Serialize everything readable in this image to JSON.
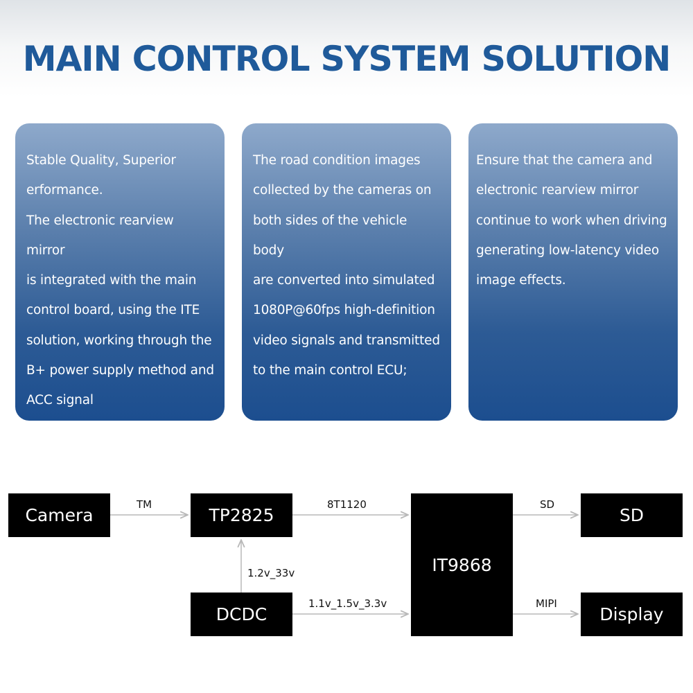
{
  "title": "MAIN CONTROL SYSTEM SOLUTION",
  "cards": [
    {
      "text": "Stable Quality, Superior\nerformance.\nThe electronic rearview mirror\nis integrated with the main\ncontrol board, using the ITE\nsolution, working through the\nB+ power supply method and\nACC signal"
    },
    {
      "text": "The road condition images\ncollected by the cameras on\nboth sides of the vehicle body\nare converted into simulated\n1080P@60fps high-definition\nvideo signals and transmitted\nto the main control ECU;"
    },
    {
      "text": "Ensure that the camera and\nelectronic rearview mirror\ncontinue to work when driving\ngenerating low-latency video\nimage effects."
    }
  ],
  "diagram": {
    "blocks": {
      "camera": "Camera",
      "tp2825": "TP2825",
      "dcdc": "DCDC",
      "it9868": "IT9868",
      "sd": "SD",
      "display": "Display"
    },
    "edges": {
      "camera_tp2825": "TM",
      "tp2825_it9868": "8T1120",
      "it9868_sd": "SD",
      "dcdc_tp2825": "1.2v_33v",
      "dcdc_it9868": "1.1v_1.5v_3.3v",
      "it9868_display": "MIPI"
    }
  },
  "colors": {
    "title": "#1f5a9a",
    "card_top": "#8ea9cb",
    "card_bottom": "#1c4e8f",
    "block": "#000000",
    "arrow": "#b8b8b8"
  }
}
